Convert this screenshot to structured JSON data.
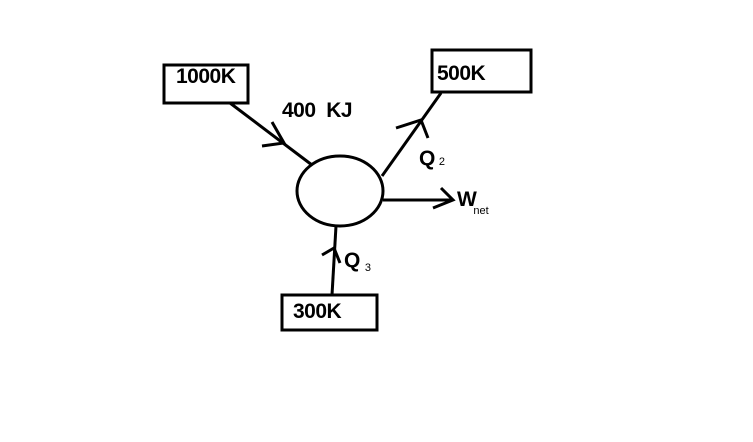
{
  "diagram": {
    "title": "",
    "reservoirs": {
      "hot": {
        "label": "1000K"
      },
      "medium": {
        "label": "500K"
      },
      "cold": {
        "label": "300K"
      }
    },
    "engine": {
      "label": ""
    },
    "flows": {
      "q1": {
        "label": "400  KJ",
        "direction": "from 1000K to engine"
      },
      "q2": {
        "symbol": "Q",
        "subscript": "2",
        "direction": "from engine to 500K"
      },
      "q3": {
        "symbol": "Q",
        "subscript": "3",
        "direction": "from 300K to engine"
      },
      "wnet": {
        "symbol": "W",
        "subscript": "net",
        "direction": "out of engine"
      }
    },
    "colors": {
      "stroke": "#000000",
      "background": "#ffffff"
    }
  }
}
